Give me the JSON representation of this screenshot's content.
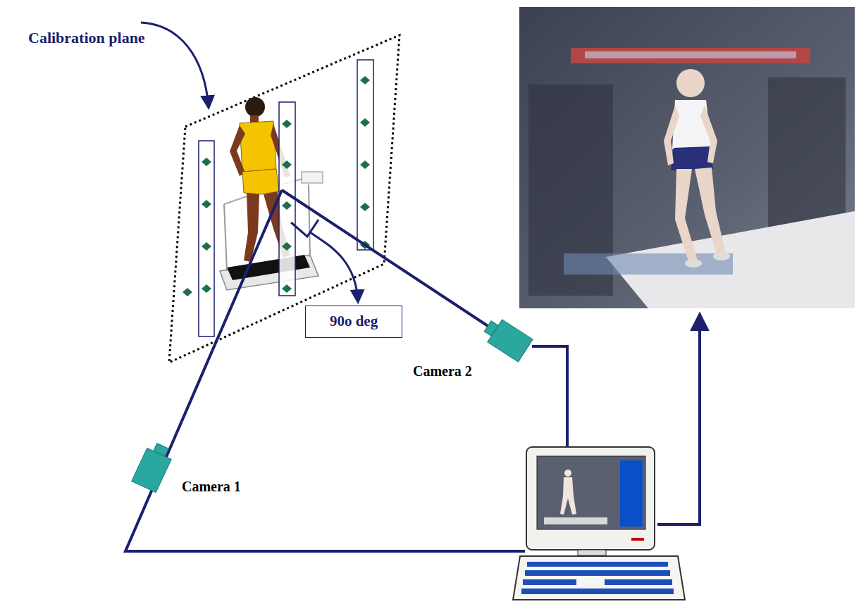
{
  "diagram": {
    "nodes": [
      {
        "text": [
          "90o deg"
        ]
      }
    ],
    "labels": [
      "Calibration plane",
      "Camera 2",
      "Camera 1"
    ]
  }
}
